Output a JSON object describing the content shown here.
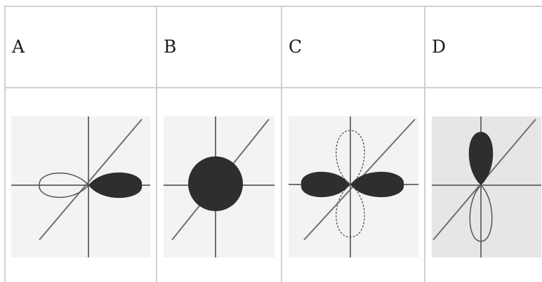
{
  "options": [
    {
      "label": "A",
      "orbital": "p-lobe-horizontal"
    },
    {
      "label": "B",
      "orbital": "s-sphere"
    },
    {
      "label": "C",
      "orbital": "d-cloverleaf"
    },
    {
      "label": "D",
      "orbital": "p-lobe-vertical"
    }
  ],
  "colors": {
    "panel_bg": "#f3f3f3",
    "panel_bg_d": "#e6e6e6",
    "filled_lobe": "#2e2e2e",
    "axis": "#6f6f6f",
    "grid_line": "#d0d0d0"
  }
}
